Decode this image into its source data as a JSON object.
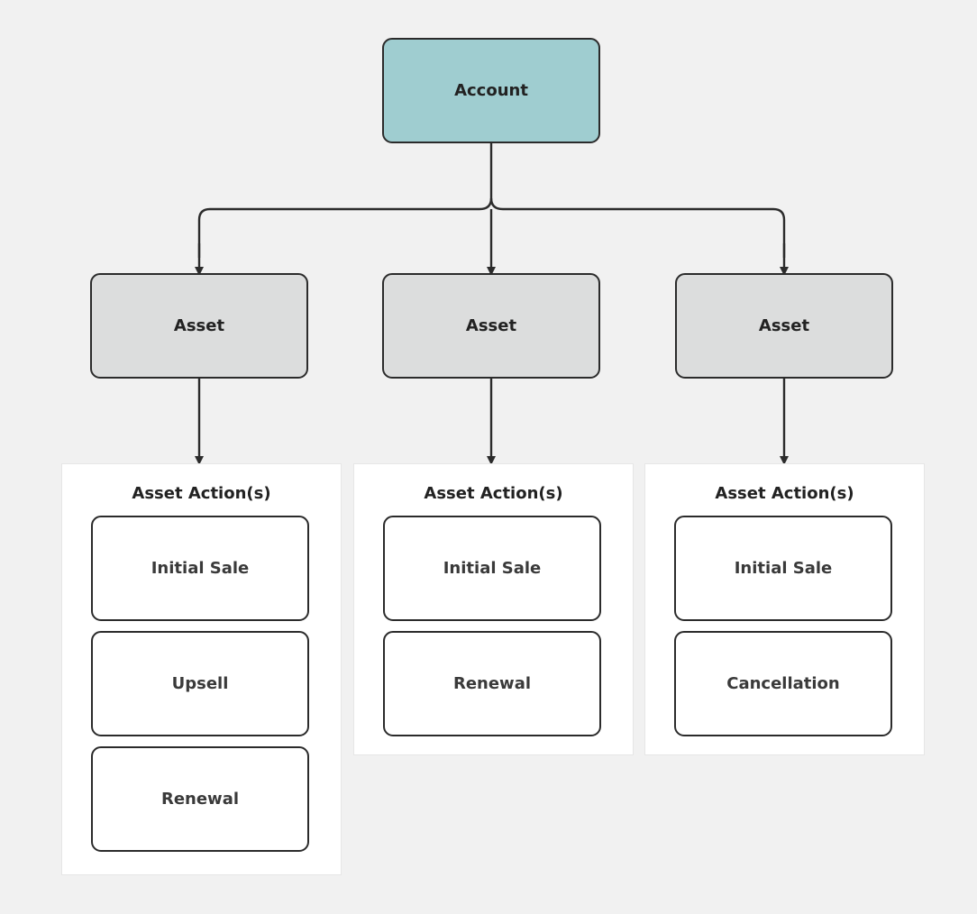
{
  "colors": {
    "background": "#f1f1f1",
    "account_fill": "#9fcdd0",
    "asset_fill": "#dcdddd",
    "action_fill": "#ffffff",
    "panel_fill": "#ffffff",
    "stroke": "#2b2b2b"
  },
  "account": {
    "label": "Account"
  },
  "assets": [
    {
      "label": "Asset",
      "group_title": "Asset Action(s)",
      "actions": [
        "Initial Sale",
        "Upsell",
        "Renewal"
      ]
    },
    {
      "label": "Asset",
      "group_title": "Asset Action(s)",
      "actions": [
        "Initial Sale",
        "Renewal"
      ]
    },
    {
      "label": "Asset",
      "group_title": "Asset Action(s)",
      "actions": [
        "Initial Sale",
        "Cancellation"
      ]
    }
  ]
}
